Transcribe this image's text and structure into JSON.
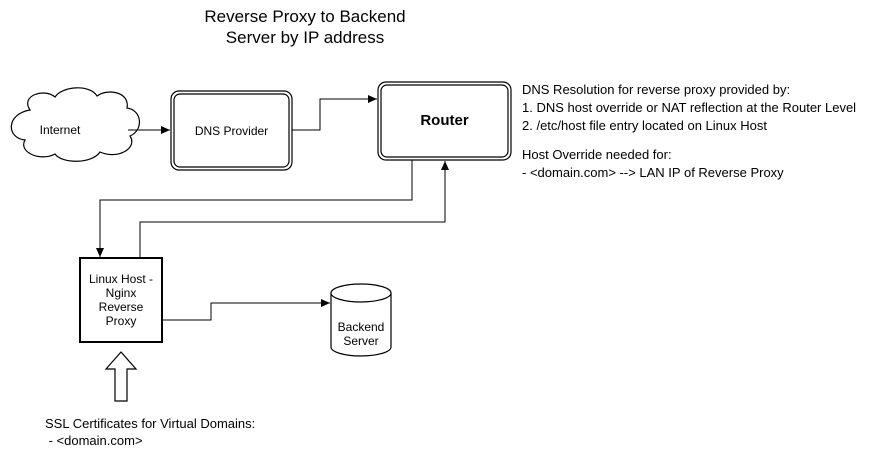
{
  "title": {
    "line1": "Reverse Proxy to Backend",
    "line2": "Server by IP address"
  },
  "nodes": {
    "internet": "Internet",
    "dns_provider": "DNS Provider",
    "router": "Router",
    "linux_host": [
      "Linux Host -",
      "Nginx",
      "Reverse",
      "Proxy"
    ],
    "backend": [
      "Backend",
      "Server"
    ]
  },
  "dns_notes": [
    "DNS Resolution for reverse proxy provided by:",
    "1. DNS host override or NAT reflection at the Router Level",
    "2. /etc/host file entry located on Linux Host",
    "",
    "Host Override needed for:",
    "- <domain.com> --> LAN IP of Reverse Proxy"
  ],
  "ssl_notes": [
    "SSL Certificates for Virtual Domains:",
    " - <domain.com>"
  ]
}
